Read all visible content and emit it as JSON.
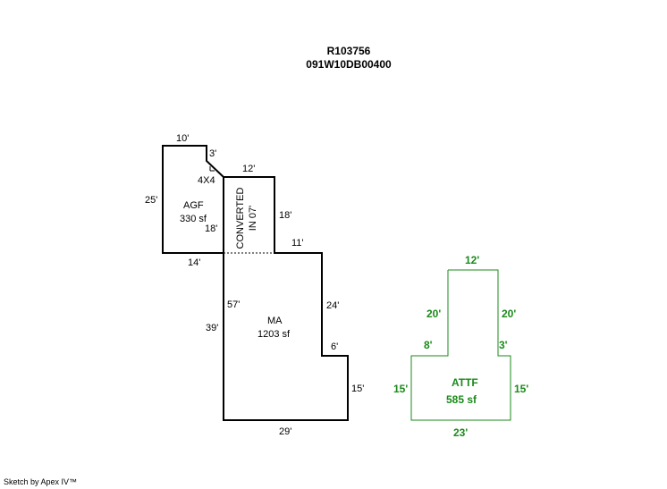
{
  "header": {
    "parcel_id": "R103756",
    "map_number": "091W10DB00400"
  },
  "areas": {
    "agf": {
      "code": "AGF",
      "size": "330 sf",
      "dims": {
        "top": "10'",
        "chamfer": "3'",
        "corner": "4X4",
        "left": "25'",
        "bottom": "14'",
        "inner": "18'"
      }
    },
    "converted": {
      "line1": "CONVERTED",
      "line2": "IN 07'",
      "dims": {
        "top": "12'",
        "right": "18'"
      }
    },
    "ma": {
      "code": "MA",
      "size": "1203 sf",
      "dims": {
        "step_top": "11'",
        "right_upper": "24'",
        "step_mid": "6'",
        "right_lower": "15'",
        "bottom": "29'",
        "left": "39'",
        "left_full": "57'"
      }
    },
    "attf": {
      "code": "ATTF",
      "size": "585 sf",
      "color": "#1a8a1a",
      "dims": {
        "top": "12'",
        "left_upper": "20'",
        "right_upper": "20'",
        "left_step": "8'",
        "right_step": "3'",
        "left_lower": "15'",
        "right_lower": "15'",
        "bottom": "23'"
      }
    }
  },
  "footer": {
    "credit": "Sketch by Apex IV™"
  }
}
